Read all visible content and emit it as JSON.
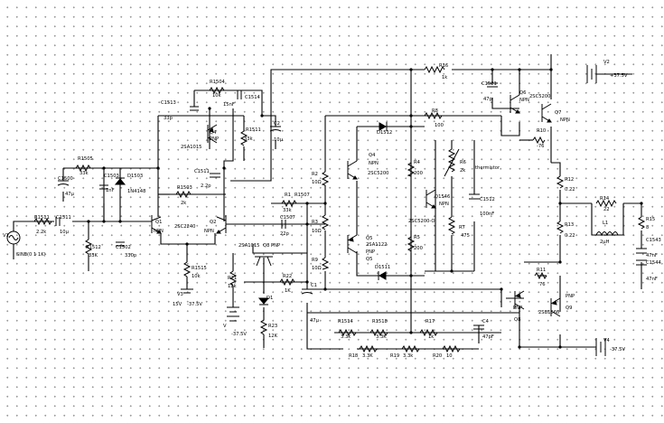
{
  "labels": {
    "r1511_name": "R1511",
    "r1511_val": "2.2k",
    "c1511_name": "C1511",
    "c1511_val": "10μ",
    "source_id": "V1",
    "source_spec": "SINE(0 1 1K)",
    "r1505_name": "R1505",
    "r1505_val": "33k",
    "c1500_name": "C1500",
    "c1500_val": "47μ",
    "c1503_name": "C1503",
    "c1503_val": "1nF",
    "d1503_name": "D1503",
    "d1503_part": "1N4148",
    "r1512_name": "R1512",
    "r1512_val": "33K",
    "c1502_name": "C1502",
    "c1502_val": "330p",
    "q1_name": "Q1",
    "q1_type": "NPN",
    "q2_name": "Q2",
    "q2_type": "NPN",
    "q1q2_part": "2SC2240",
    "r1503_name": "R1503",
    "r1503_val": "2k",
    "r1515_name": "R1515",
    "r1515_val": "10k",
    "v3_id": "V3",
    "v3_label": "15V",
    "v3_val": "-37.5V",
    "c1513_name": "C1513",
    "c1513_val": "33p",
    "r1504_name": "R1504",
    "r1504_val": "10k",
    "c1514_name": "C1514",
    "c1514_val": "15nF",
    "q4_name": "Q4",
    "q4_type": "PNP",
    "q4_part": "2SA1015",
    "r1511b_name": "R1511",
    "r1511b_val": "33k",
    "c2_name": "C2",
    "c2_val": "10μ",
    "c1511b_name": "C1511",
    "c1511b_val": "2.2p",
    "r1_name": "R1",
    "r1_val": "33k",
    "r1507": "R1507",
    "c1507_name": "C1507",
    "c1507_val": "22p",
    "q8_label": "2SA1015",
    "q8b_label": "Q8 PNP",
    "r21_name": "R21",
    "r21_val": "12k",
    "d1_name": "D1",
    "v2b_id": "V",
    "v2b_val": "-37.5V",
    "r22_name": "R22",
    "r22_val": "1K",
    "r23_name": "R23",
    "r23_val": "12K",
    "r16_name": "R16",
    "r16_val": "1k",
    "c1521_name": "C1521",
    "c1521_val": "47p",
    "q6_name": "Q6",
    "q6_type": "NPN",
    "q6_part": "2SC5200",
    "q7_name": "Q7",
    "q7_type": "NPN",
    "r10_name": "R10",
    "r10_val": "-76",
    "v2_id": "V2",
    "v2_val": "+37.5V",
    "r8_name": "R8",
    "r8_val": "100",
    "d1512_name": "D1512",
    "q4b_name": "Q4",
    "q4b_type": "NPN",
    "q4b_part": "2SC5200",
    "r2_name": "R2",
    "r2_val": "10Ω",
    "r4_name": "R4",
    "r4_val": "200",
    "r6_name": "R6",
    "r6_val": "2k",
    "thermistor": "thermistor",
    "r12_name": "R12",
    "r12_val": "0.22",
    "q1546_name": "Q1546",
    "q1546_type": "NPN",
    "c1512_name": "C1512",
    "c1512_val": "100nF",
    "q1546_part": "2SC5200-O",
    "r3_name": "R3",
    "r3_val": "10Ω",
    "r7_name": "R7",
    "r7_val": "475",
    "r14_name": "R14",
    "r14_val": "22",
    "l1_name": "L1",
    "l1_val": "2μH",
    "r15_name": "R15",
    "r15_val": "8",
    "r13_name": "R13",
    "r13_val": "0.22",
    "q5_name": "Q5",
    "q5_part": "2SA1122",
    "q5_type": "PNP",
    "q5_id": "Q5",
    "r5_name": "R5",
    "r5_val": "200",
    "d1511_name": "D1511",
    "r9_name": "R9",
    "r9_val": "10Ω",
    "c1543_name": "C1543",
    "c1543_val": "47nF",
    "c1544_name": "C1544",
    "c1544_val": "47nF",
    "r11_name": "R11",
    "r11_val": "76",
    "q9_type": "PNP",
    "q9_part": "2SB1560",
    "q9_id": "Q9",
    "q8_pnp": "PNP",
    "q8_id": "Q8",
    "c1_name": "C1",
    "c1_val": "47μ",
    "r1514_name": "R1514",
    "r1514_val": "3.3k",
    "r1518_name": "R1518",
    "r1518_val": "3.3K",
    "r17_name": "R17",
    "r17_val": "1k",
    "c4_name": "C4",
    "c4_val": "47pF",
    "r18_name": "R18",
    "r18_val": "3.3K",
    "r19_name": "R19",
    "r19_val": "3.3k",
    "r20_name": "R20",
    "r20_val": "10",
    "v4_id": "V4",
    "v4_val": "-37.5V"
  }
}
